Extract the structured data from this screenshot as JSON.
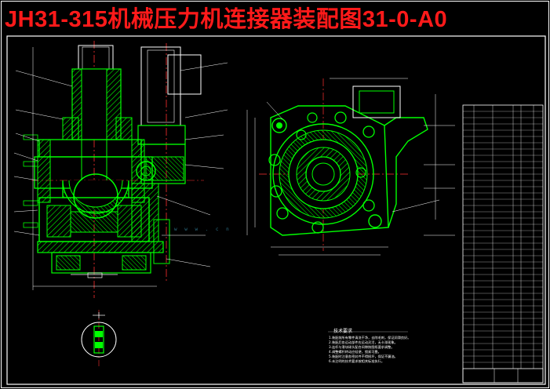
{
  "title": {
    "text": "JH31-315机械压力机连接器装配图31-0-A0"
  },
  "technical_notes": {
    "heading": "技术要求",
    "lines": [
      "1.装配前所有零件清洗干净，去除毛刺，保证润滑良好。",
      "2.装配后各运动部件应运动灵活，无卡滞现象。",
      "3.连杆与滑块球头配合间隙按图纸要求调整。",
      "4.调整螺杆转动应轻便，锁紧可靠。",
      "5.装配时注意各密封件不得损坏，保证不漏油。",
      "6.未注明的技术要求按相关标准执行。"
    ]
  },
  "watermark": {
    "text": "w w w . c n"
  },
  "colors": {
    "background": "#000000",
    "frame": "#ffffff",
    "part": "#00ff00",
    "hatch": "#00ff00",
    "centerline": "#ff3030",
    "title": "#ff1a1a",
    "watermark": "#2c6f86"
  }
}
